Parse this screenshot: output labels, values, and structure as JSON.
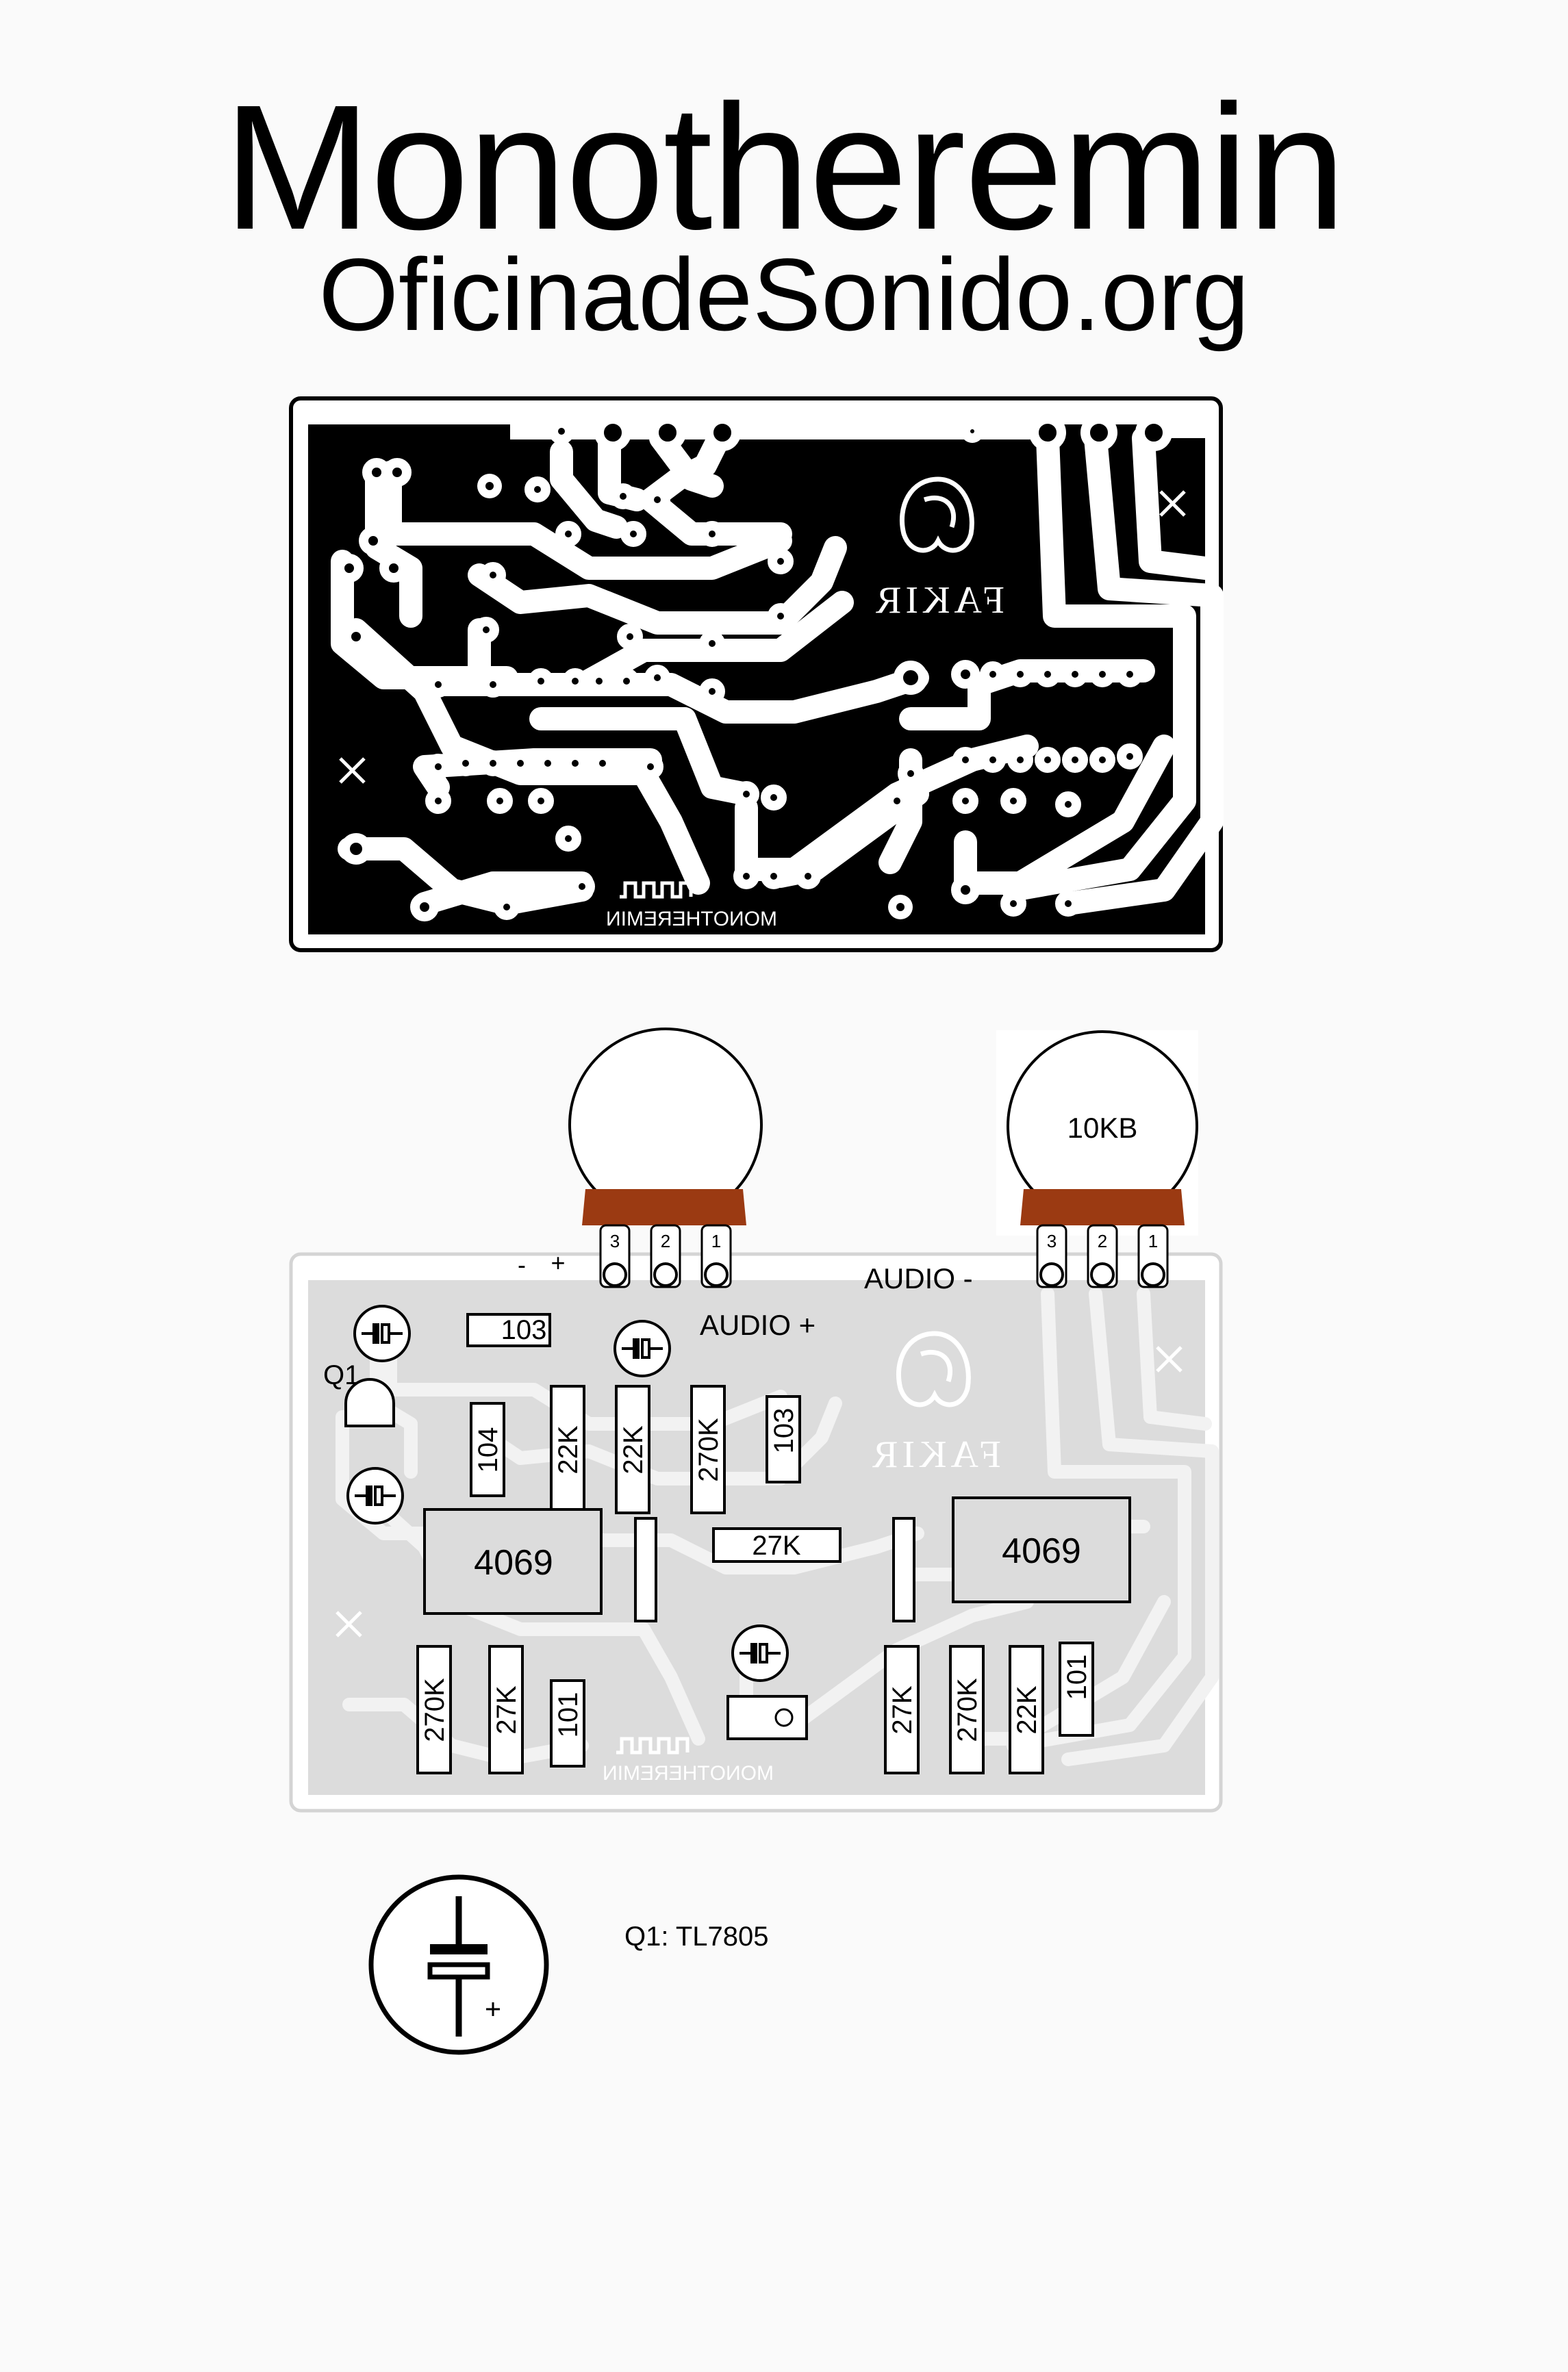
{
  "header": {
    "title": "Monotheremin",
    "subtitle": "OficinadeSonido.org"
  },
  "pcb": {
    "brand": "FAKIR",
    "board_label": "MONOTHEREMIN"
  },
  "layout_board": {
    "brand": "FAKIR",
    "board_label": "MONOTHEREMIN",
    "pot_label": "10KB",
    "pin_numbers": [
      "3",
      "2",
      "1"
    ],
    "power_minus": "-",
    "power_plus": "+",
    "audio_plus": "AUDIO +",
    "audio_minus": "AUDIO -",
    "q1_label": "Q1",
    "ic_left": "4069",
    "ic_right": "4069",
    "cap_103_top": "103",
    "cap_104": "104",
    "cap_103_right": "103",
    "res_22k_a": "22K",
    "res_22k_b": "22K",
    "res_270k_top": "270K",
    "res_27k_mid": "27K",
    "res_270k_bl": "270K",
    "res_27k_bl": "27K",
    "cap_101_left": "101",
    "res_27k_br": "27K",
    "res_270k_br": "270K",
    "res_22k_br": "22K",
    "cap_101_right": "101"
  },
  "legend": {
    "q1_note": "Q1: TL7805"
  }
}
